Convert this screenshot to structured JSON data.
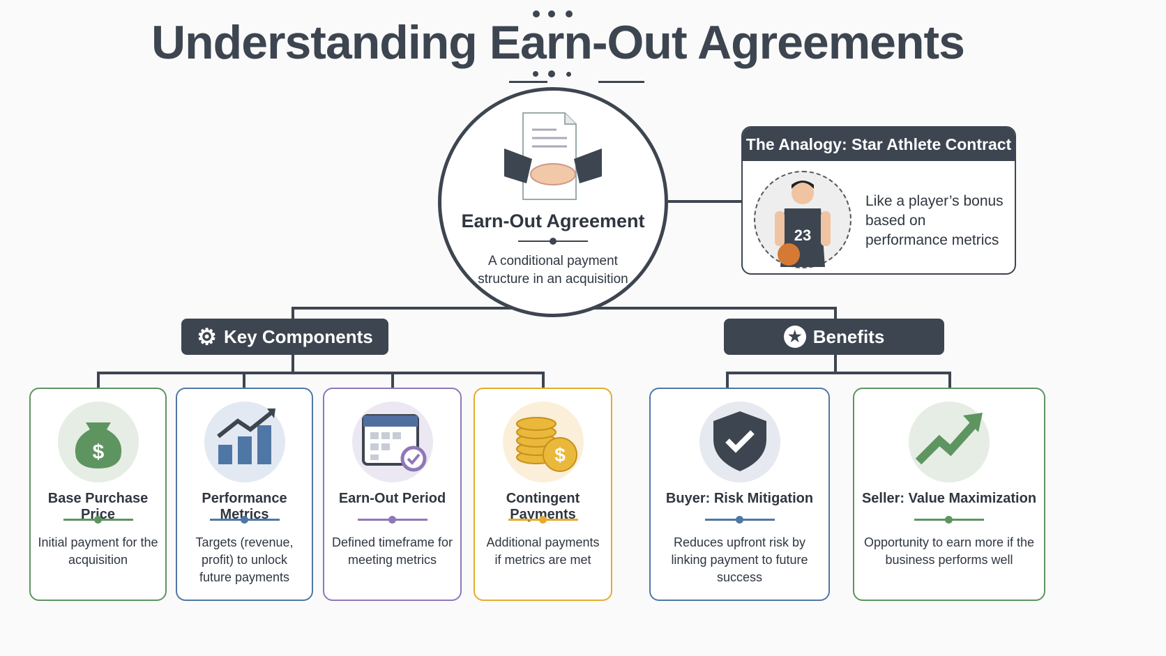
{
  "title": "Understanding Earn-Out Agreements",
  "center": {
    "title": "Earn-Out Agreement",
    "description": "A conditional payment structure in an acquisition",
    "icon": "handshake-document-icon"
  },
  "analogy": {
    "header": "The Analogy: Star Athlete Contract",
    "text": "Like a player’s bonus based on performance metrics",
    "jersey_number": "23"
  },
  "branches": {
    "components": {
      "label": "Key Components",
      "icon": "gear-icon"
    },
    "benefits": {
      "label": "Benefits",
      "icon": "star-icon"
    }
  },
  "colors": {
    "dark": "#3d4550",
    "green": "#5e9460",
    "blue": "#4f77a6",
    "purple": "#8e78b8",
    "orange": "#e5ab2f"
  },
  "cards": [
    {
      "title": "Base Purchase Price",
      "description": "Initial payment for the acquisition",
      "icon": "money-bag-icon",
      "color": "#5e9460"
    },
    {
      "title": "Performance Metrics",
      "description": "Targets (revenue, profit) to unlock future payments",
      "icon": "bar-chart-icon",
      "color": "#4f77a6"
    },
    {
      "title": "Earn-Out Period",
      "description": "Defined timeframe for meeting metrics",
      "icon": "calendar-icon",
      "color": "#8e78b8"
    },
    {
      "title": "Contingent Payments",
      "description": "Additional payments if metrics are met",
      "icon": "coins-icon",
      "color": "#e5ab2f"
    },
    {
      "title": "Buyer: Risk Mitigation",
      "description": "Reduces upfront risk by linking payment to future success",
      "icon": "shield-check-icon",
      "color": "#4f77a6"
    },
    {
      "title": "Seller: Value Maximization",
      "description": "Opportunity to earn more if the business performs well",
      "icon": "trend-up-arrow-icon",
      "color": "#5e9460"
    }
  ]
}
